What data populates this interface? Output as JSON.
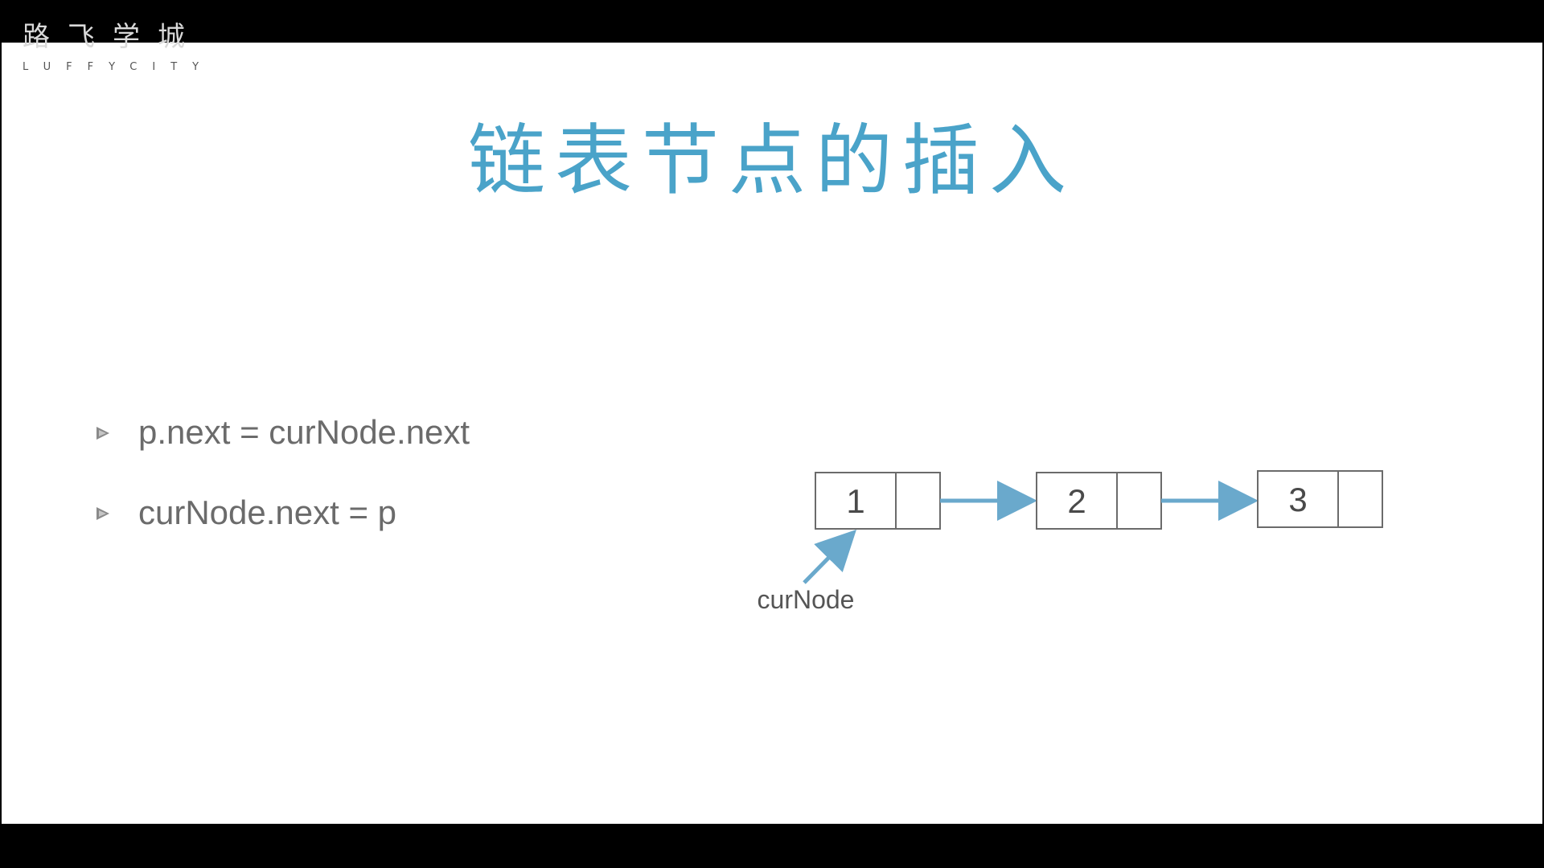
{
  "logo": {
    "chinese": "路飞学城",
    "english": "LUFFYCITY"
  },
  "slide": {
    "title": "链表节点的插入",
    "bullets": [
      {
        "text": "p.next = curNode.next"
      },
      {
        "text": "curNode.next = p"
      }
    ]
  },
  "diagram": {
    "nodes": [
      {
        "value": "1"
      },
      {
        "value": "2"
      },
      {
        "value": "3"
      }
    ],
    "pointer_label": "curNode"
  },
  "colors": {
    "accent": "#4aa3c9",
    "arrow": "#6aa9cc",
    "text": "#6b6b6b",
    "node_border": "#6b6b6b",
    "background": "#ffffff",
    "frame": "#000000"
  }
}
